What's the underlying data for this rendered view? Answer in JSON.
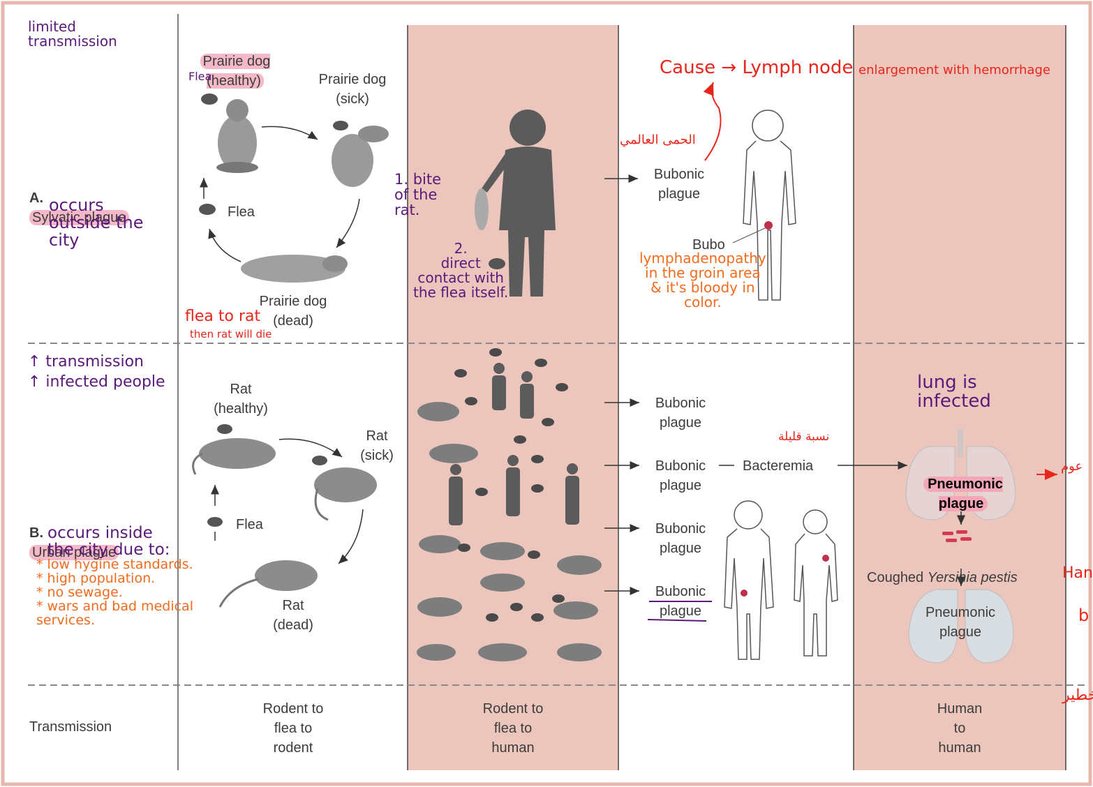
{
  "colors": {
    "band": "#ecc6bc",
    "border": "#e7b7ad",
    "print": "#3c3c3c",
    "purple_ink": "#5a1a7a",
    "orange_ink": "#f26b1d",
    "red_ink": "#e8261c",
    "highlight": "#f4b8c8"
  },
  "sylvatic": {
    "letter": "A.",
    "title": "Sylvatic plague",
    "prairie_healthy": "Prairie dog\n(healthy)",
    "prairie_sick": "Prairie dog\n(sick)",
    "prairie_dead": "Prairie dog\n(dead)",
    "flea_label": "Flea",
    "bubonic": "Bubonic\nplague",
    "bubo": "Bubo"
  },
  "urban": {
    "letter": "B.",
    "title": "Urban plague",
    "rat_healthy": "Rat\n(healthy)",
    "rat_sick": "Rat\n(sick)",
    "rat_dead": "Rat\n(dead)",
    "flea_label": "Flea",
    "bubonic_1": "Bubonic\nplague",
    "bubonic_2": "Bubonic\nplague",
    "bubonic_3": "Bubonic\nplague",
    "bubonic_4": "Bubonic\nplague",
    "bacteremia": "Bacteremia",
    "pneumonic_top": "Pneumonic\nplague",
    "coughed_prefix": "Coughed ",
    "coughed_species": "Yersinia pestis",
    "pneumonic_bottom": "Pneumonic\nplague"
  },
  "transmission": {
    "row_label": "Transmission",
    "rodent_flea_rodent": "Rodent to\nflea to\nrodent",
    "rodent_flea_human": "Rodent to\nflea to\nhuman",
    "human_human": "Human\nto\nhuman"
  },
  "annotations": {
    "limited": "limited\ntransmission",
    "occurs_outside": "occurs\noutside the\ncity",
    "flea_small": "Flea",
    "bite": "1. bite\n   of the\n   rat.",
    "direct": "2.\ndirect\ncontact with\nthe flea itself.",
    "cause": "Cause → Lymph node",
    "enlargement": "enlargement with hemorrhage",
    "arabic_top": "الحمى العالمي",
    "lymph": "lymphadenopathy\nin the groin area\n& it's bloody in\ncolor.",
    "flea_to_rat": "flea to rat",
    "then_rat": "then rat will die",
    "up_transmission": "↑ transmission\n↑ infected people",
    "occurs_inside": "occurs inside\nthe city due to:",
    "reasons": "* low hygine standards.\n* high population.\n* no sewage.\n* wars and bad medical\n      services.",
    "arabic_mid": "نسبة قليلة",
    "lung": "lung is\ninfected",
    "edge_1": "عوم",
    "edge_2": "Han",
    "edge_3": "b",
    "edge_4": "خطير"
  }
}
